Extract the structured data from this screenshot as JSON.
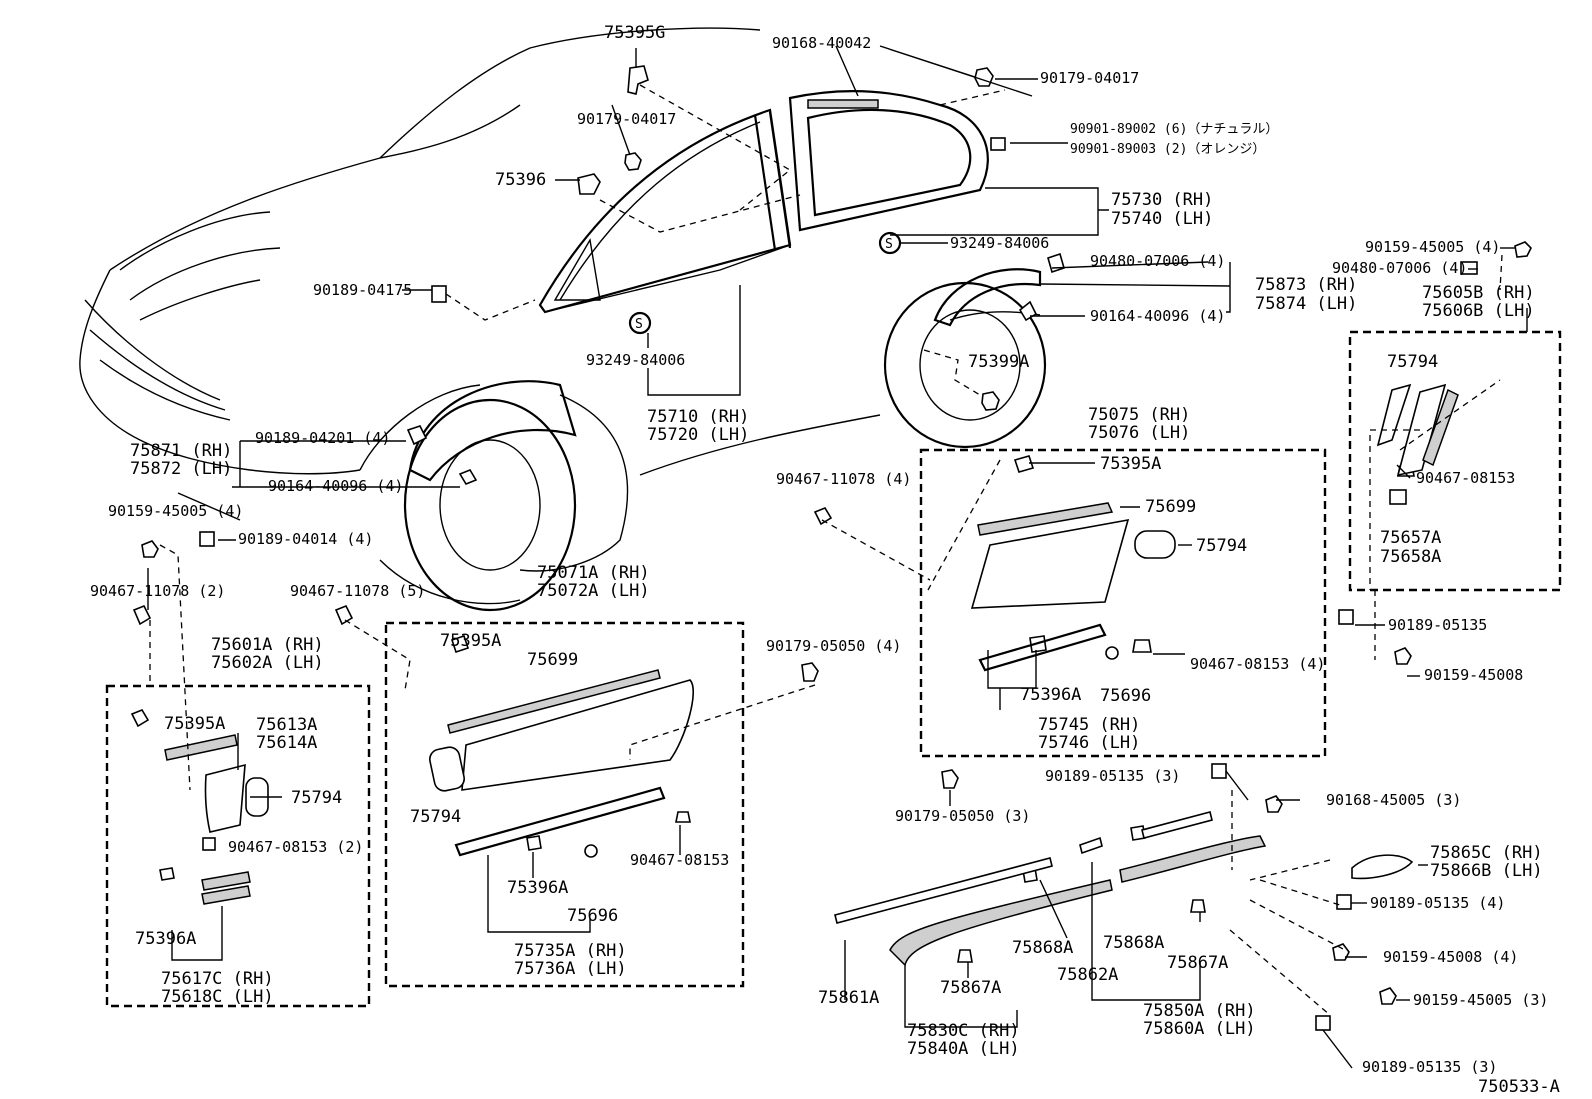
{
  "labels": {
    "p75395G": "75395G",
    "p90168_40042": "90168-40042",
    "p90179_04017_a": "90179-04017",
    "p90179_04017_b": "90179-04017",
    "p90901_89002": "90901-89002 (6)（ナチュラル）",
    "p90901_89003": "90901-89003 (2)（オレンジ）",
    "p75396": "75396",
    "p75730": "75730 (RH)",
    "p75740": "75740 (LH)",
    "p93249_84006_a": "93249-84006",
    "p93249_84006_b": "93249-84006",
    "p90189_04175": "90189-04175",
    "p90480_07006_a": "90480-07006 (4)",
    "p75873": "75873 (RH)",
    "p75874": "75874 (LH)",
    "p90164_40096_a": "90164-40096 (4)",
    "p90159_45005_a": "90159-45005 (4)",
    "p90480_07006_b": "90480-07006 (4)",
    "p75605B": "75605B (RH)",
    "p75606B": "75606B (LH)",
    "p75399A": "75399A",
    "p75710": "75710 (RH)",
    "p75720": "75720 (LH)",
    "p75794_a": "75794",
    "p75075": "75075 (RH)",
    "p75076": "75076 (LH)",
    "p75871": "75871 (RH)",
    "p75872": "75872 (LH)",
    "p90189_04201": "90189-04201 (4)",
    "p90164_40096_b": "90164-40096 (4)",
    "p75395A_a": "75395A",
    "p90467_08153_a": "90467-08153",
    "p90467_11078_a": "90467-11078 (4)",
    "p75699_a": "75699",
    "p75657A": "75657A",
    "p75658A": "75658A",
    "p75794_b": "75794",
    "p90159_45005_b": "90159-45005 (4)",
    "p90189_04014": "90189-04014 (4)",
    "p75071A": "75071A (RH)",
    "p75072A": "75072A (LH)",
    "p90467_11078_b": "90467-11078 (2)",
    "p90467_11078_c": "90467-11078 (5)",
    "p90189_05135_a": "90189-05135",
    "p75601A": "75601A (RH)",
    "p75602A": "75602A (LH)",
    "p75395A_b": "75395A",
    "p75699_b": "75699",
    "p90179_05050_a": "90179-05050 (4)",
    "p90467_08153_b": "90467-08153 (4)",
    "p90159_45008_a": "90159-45008",
    "p75396A_a": "75396A",
    "p75696_a": "75696",
    "p75395A_c": "75395A",
    "p75613A": "75613A",
    "p75614A": "75614A",
    "p75745": "75745 (RH)",
    "p75746": "75746 (LH)",
    "p75794_c": "75794",
    "p90189_05135_b": "90189-05135 (3)",
    "p90168_45005": "90168-45005 (3)",
    "p75794_d": "75794",
    "p90179_05050_b": "90179-05050 (3)",
    "p90467_08153_c": "90467-08153 (2)",
    "p90467_08153_d": "90467-08153",
    "p75865C": "75865C (RH)",
    "p75866B": "75866B (LH)",
    "p75396A_b": "75396A",
    "p75696_b": "75696",
    "p90189_05135_c": "90189-05135 (4)",
    "p75868A_a": "75868A",
    "p75868A_b": "75868A",
    "p75867A_a": "75867A",
    "p90159_45008_b": "90159-45008 (4)",
    "p75396A_c": "75396A",
    "p75735A": "75735A (RH)",
    "p75736A": "75736A (LH)",
    "p75862A": "75862A",
    "p75617C": "75617C (RH)",
    "p75618C": "75618C (LH)",
    "p75861A": "75861A",
    "p75867A_b": "75867A",
    "p75850A": "75850A (RH)",
    "p75860A": "75860A (LH)",
    "p90159_45005_c": "90159-45005 (3)",
    "p75830C": "75830C (RH)",
    "p75840A": "75840A (LH)",
    "p90189_05135_d": "90189-05135 (3)",
    "s_mark_1": "S",
    "s_mark_2": "S",
    "diagram_id": "750533-A"
  }
}
